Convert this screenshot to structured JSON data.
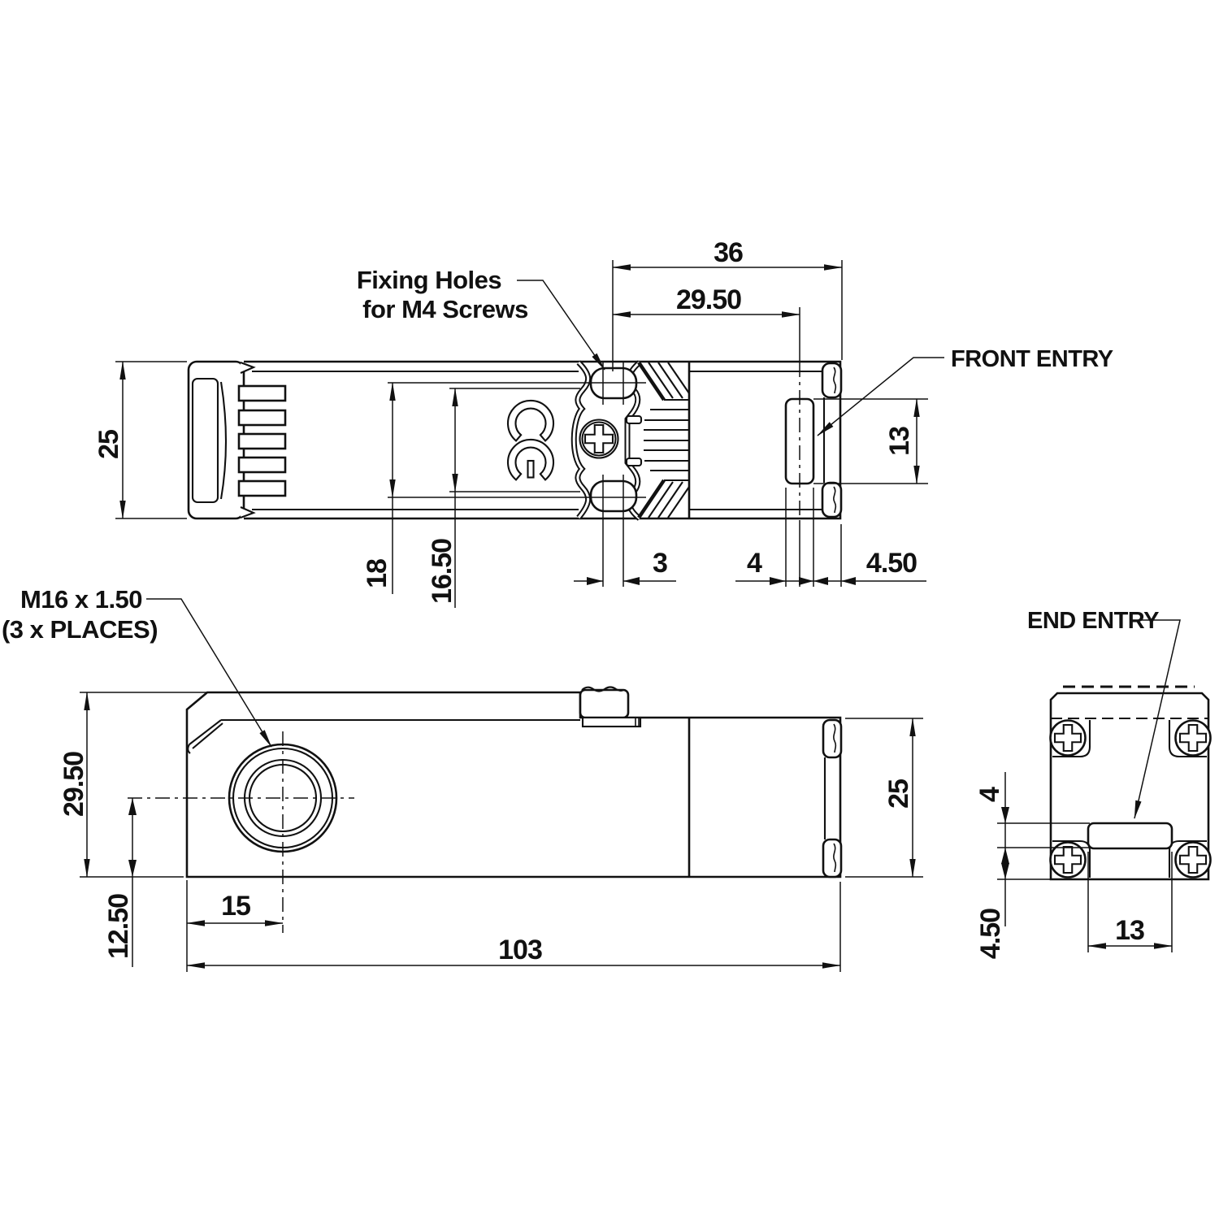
{
  "colors": {
    "ink": "#111111",
    "background": "#ffffff"
  },
  "top_view": {
    "labels": {
      "fixing_holes_line1": "Fixing Holes",
      "fixing_holes_line2": "for M4 Screws",
      "front_entry": "FRONT ENTRY"
    },
    "dims": {
      "head_width": "36",
      "head_to_entry_center": "29.50",
      "body_height": "25",
      "hole_center_span": "18",
      "inner_span": "16.50",
      "hole_slot_width": "3",
      "entry_width": "4",
      "entry_to_end": "4.50",
      "entry_height": "13"
    }
  },
  "side_view": {
    "labels": {
      "gland_line1": "M16 x 1.50",
      "gland_line2": "(3 x PLACES)"
    },
    "dims": {
      "body_height": "29.50",
      "gland_center_height": "12.50",
      "gland_center_offset": "15",
      "total_length": "103",
      "head_height": "25"
    }
  },
  "end_view": {
    "labels": {
      "end_entry": "END ENTRY"
    },
    "dims": {
      "slot_height": "4",
      "slot_to_base": "4.50",
      "slot_width": "13"
    }
  }
}
